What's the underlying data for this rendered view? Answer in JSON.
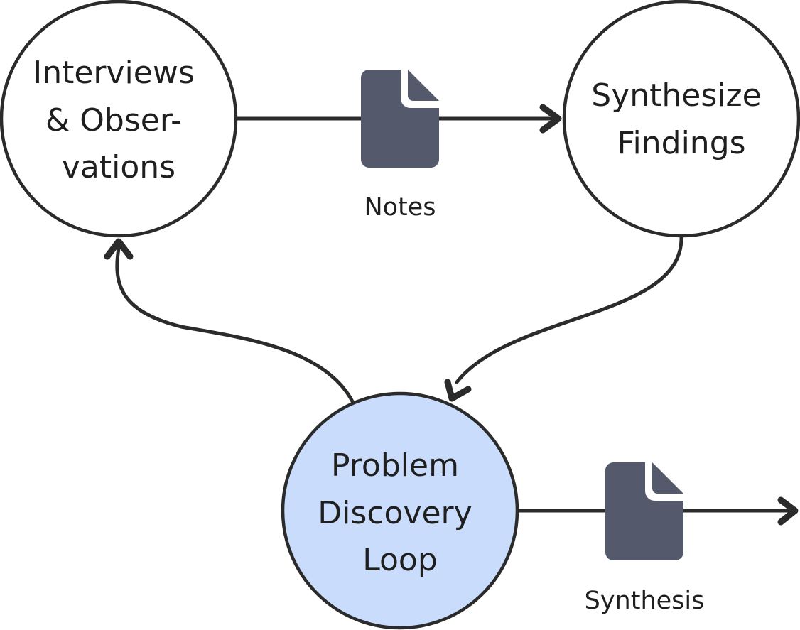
{
  "nodes": {
    "interviews": {
      "lines": [
        "Interviews",
        "& Obser-",
        "vations"
      ]
    },
    "synthesize": {
      "lines": [
        "Synthesize",
        "Findings"
      ]
    },
    "problem": {
      "lines": [
        "Problem",
        "Discovery",
        "Loop"
      ]
    }
  },
  "documents": {
    "notes": {
      "label": "Notes",
      "icon": "document-icon"
    },
    "synthesis": {
      "label": "Synthesis",
      "icon": "document-icon"
    }
  },
  "colors": {
    "stroke": "#2b2b2b",
    "node_fill": "#ffffff",
    "highlight_fill": "#c9dcfb",
    "doc_fill": "#545a6c",
    "text": "#1f1f1f"
  }
}
